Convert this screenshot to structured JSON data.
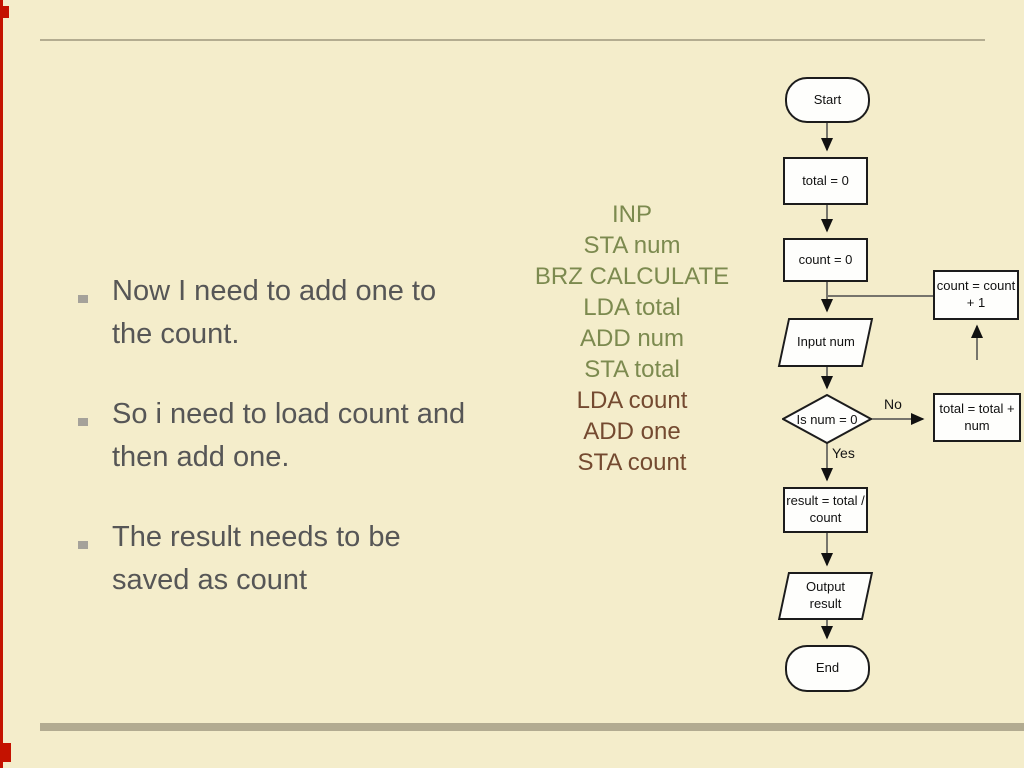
{
  "slide": {
    "background_color": "#F4EDCB",
    "accent_color": "#C41200",
    "top_rule_color": "#B3AC90",
    "bottom_rule_color": "#B2AB91"
  },
  "bullets": [
    {
      "lines": [
        "Now I need to add one to",
        "the count."
      ]
    },
    {
      "lines": [
        "So i need to load count and",
        "then add one."
      ]
    },
    {
      "lines": [
        "The result needs to be",
        "saved as count"
      ]
    }
  ],
  "code": {
    "olive_color": "#7C8A4F",
    "brown_color": "#744A30",
    "lines": [
      "INP",
      "STA num",
      "BRZ CALCULATE",
      "LDA total",
      "ADD num",
      "STA total",
      "LDA count",
      "ADD one",
      "STA count"
    ]
  },
  "flowchart": {
    "nodes": {
      "start": "Start",
      "init_total": "total = 0",
      "init_count": "count = 0",
      "input": "Input num",
      "decision": "Is num = 0",
      "result": "result = total / count",
      "output": "Output result",
      "end": "End",
      "increment": "count = count + 1",
      "accumulate": "total = total + num"
    },
    "edge_labels": {
      "no": "No",
      "yes": "Yes"
    }
  }
}
